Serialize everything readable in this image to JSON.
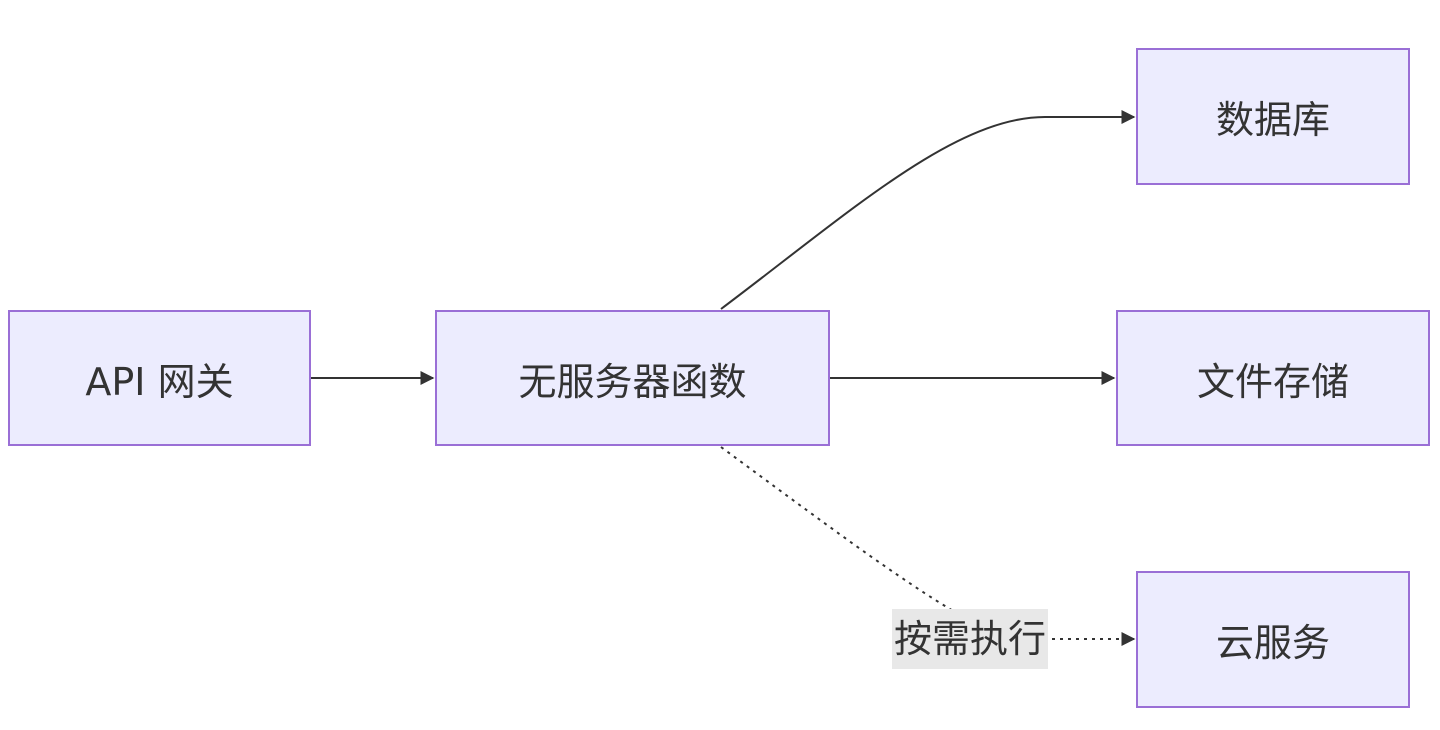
{
  "nodes": {
    "api_gateway": "API 网关",
    "serverless_function": "无服务器函数",
    "database": "数据库",
    "file_storage": "文件存储",
    "cloud_service": "云服务"
  },
  "edges": {
    "on_demand_label": "按需执行"
  },
  "colors": {
    "node_fill": "#ececfe",
    "node_border": "#9a6fd6",
    "edge": "#333333",
    "label_background": "#e8e8e8"
  }
}
